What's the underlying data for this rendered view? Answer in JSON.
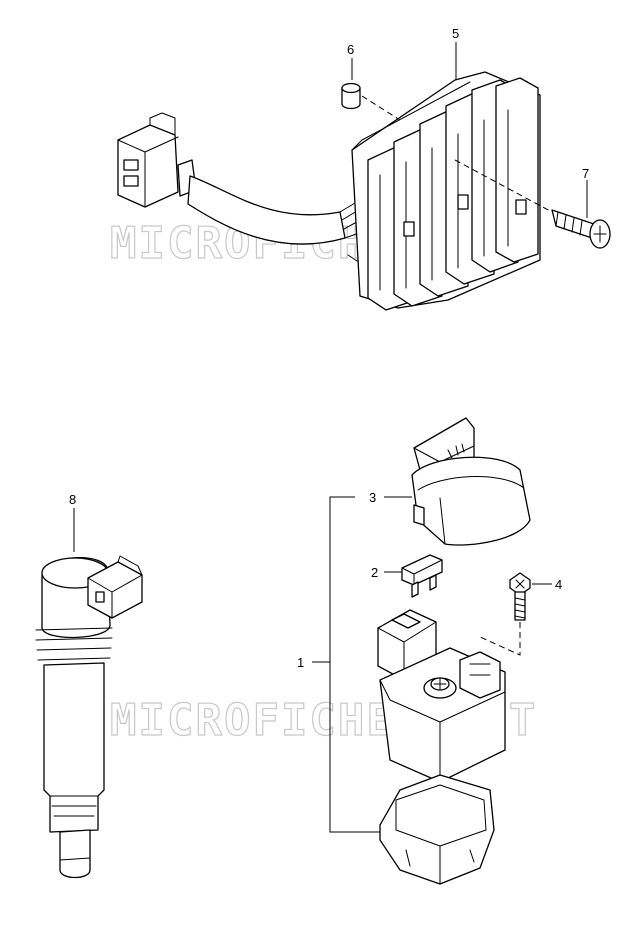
{
  "watermark": "MICROFICHES.NET",
  "callouts": [
    {
      "id": "1",
      "label": "1"
    },
    {
      "id": "2",
      "label": "2"
    },
    {
      "id": "3",
      "label": "3"
    },
    {
      "id": "4",
      "label": "4"
    },
    {
      "id": "5",
      "label": "5"
    },
    {
      "id": "6",
      "label": "6"
    },
    {
      "id": "7",
      "label": "7"
    },
    {
      "id": "8",
      "label": "8"
    }
  ],
  "colors": {
    "line": "#000000",
    "background": "#ffffff",
    "watermark": "#c8c8c8"
  }
}
